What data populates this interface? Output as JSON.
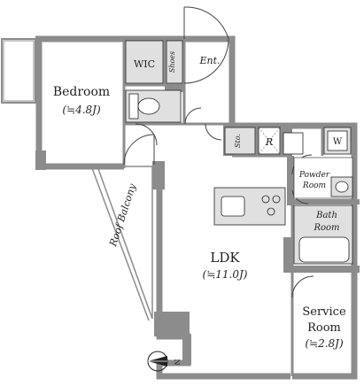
{
  "floor_plan": {
    "rooms": {
      "wic": {
        "label": "WIC"
      },
      "shoes": {
        "label": "Shoes"
      },
      "entrance": {
        "label": "Ent."
      },
      "bedroom": {
        "label": "Bedroom",
        "size": "(≒4.8J)"
      },
      "storage": {
        "label": "Sto."
      },
      "refrigerator": {
        "label": "R"
      },
      "washer": {
        "label": "W"
      },
      "powder_room": {
        "label_line1": "Powder",
        "label_line2": "Room"
      },
      "bath_room": {
        "label_line1": "Bath",
        "label_line2": "Room"
      },
      "roof_balcony": {
        "label": "Roof Balcony"
      },
      "ldk": {
        "label": "LDK",
        "size": "(≒11.0J)"
      },
      "service_room": {
        "label_line1": "Service",
        "label_line2": "Room",
        "size": "(≒2.8J)"
      }
    },
    "compass": {
      "label": "N"
    },
    "colors": {
      "wall": "#8c8c8c",
      "wet_area": "#e0e0e0",
      "line": "#222222"
    }
  }
}
